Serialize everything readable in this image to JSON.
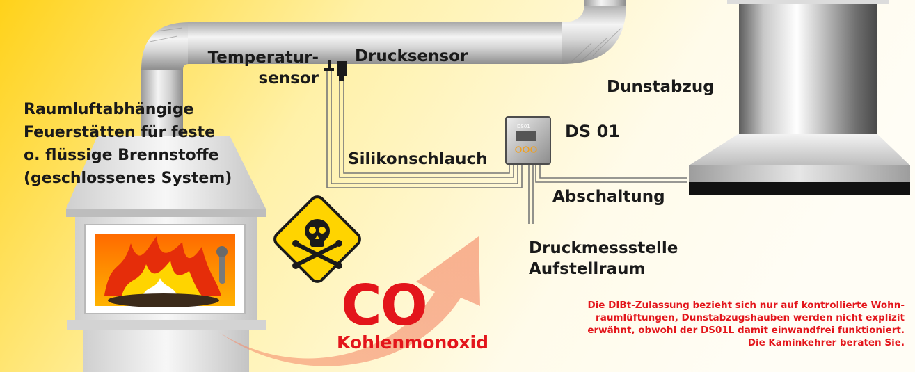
{
  "labels": {
    "temp_line1": "Temperatur-",
    "temp_line2": "sensor",
    "pressure_sensor": "Drucksensor",
    "hood": "Dunstabzug",
    "device": "DS 01",
    "device_tag": "DS01",
    "hose": "Silikonschlauch",
    "shutdown": "Abschaltung",
    "measure_line1": "Druckmessstelle",
    "measure_line2": "Aufstellraum",
    "fireplace_lines": [
      "Raumluftabhängige",
      "Feuerstätten für feste",
      "o. flüssige Brennstoffe",
      "(geschlossenes System)"
    ]
  },
  "hazard": {
    "symbol": "skull-crossbones-icon",
    "gas_formula": "CO",
    "gas_name": "Kohlenmonoxid"
  },
  "note_lines": [
    "Die DIBt-Zulassung bezieht sich nur auf kontrollierte Wohn-",
    "raumlüftungen, Dunstabzugshauben werden nicht explizit",
    "erwähnt, obwohl der DS01L damit einwandfrei funktioniert.",
    "Die Kaminkehrer beraten Sie."
  ],
  "colors": {
    "background_start": "#ffd21a",
    "background_end": "#fffbe8",
    "accent_red": "#e3151b",
    "hazard_yellow": "#ffd400",
    "text_dark": "#1a1a1a"
  }
}
